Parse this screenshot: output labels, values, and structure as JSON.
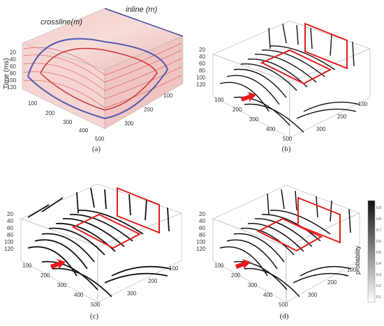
{
  "panel_a": {
    "crossline_label": "crossline(m)",
    "inline_label": "inline (m)",
    "time_label": "Time (ms)",
    "time_ticks": [
      "20",
      "40",
      "60",
      "80",
      "100",
      "120"
    ],
    "crossline_ticks": [
      "100",
      "200",
      "300",
      "400",
      "500"
    ],
    "inline_ticks": [
      "100",
      "200",
      "300"
    ],
    "caption": "(a)"
  },
  "panel_b": {
    "time_ticks": [
      "20",
      "40",
      "60",
      "80",
      "100",
      "120"
    ],
    "crossline_ticks": [
      "100",
      "200",
      "300",
      "400",
      "500"
    ],
    "inline_ticks": [
      "100",
      "200",
      "300"
    ],
    "caption": "(b)"
  },
  "panel_c": {
    "time_ticks": [
      "20",
      "40",
      "60",
      "80",
      "100",
      "120"
    ],
    "crossline_ticks": [
      "100",
      "200",
      "300",
      "400",
      "500"
    ],
    "inline_ticks": [
      "100",
      "200",
      "300"
    ],
    "caption": "(c)"
  },
  "panel_d": {
    "time_ticks": [
      "20",
      "40",
      "60",
      "80",
      "100",
      "120"
    ],
    "crossline_ticks": [
      "100",
      "200",
      "300",
      "400",
      "500"
    ],
    "inline_ticks": [
      "100",
      "200",
      "300"
    ],
    "caption": "(d)"
  },
  "colorbar": {
    "label": "probability",
    "ticks": [
      "0.9",
      "0.8",
      "0.7",
      "0.6",
      "0.5",
      "0.4",
      "0.3",
      "0.2",
      "0.1"
    ]
  },
  "colors": {
    "highlight": "#e41a1c",
    "seismic_red": "#d23b3b",
    "seismic_blue": "#2b3ea8"
  }
}
